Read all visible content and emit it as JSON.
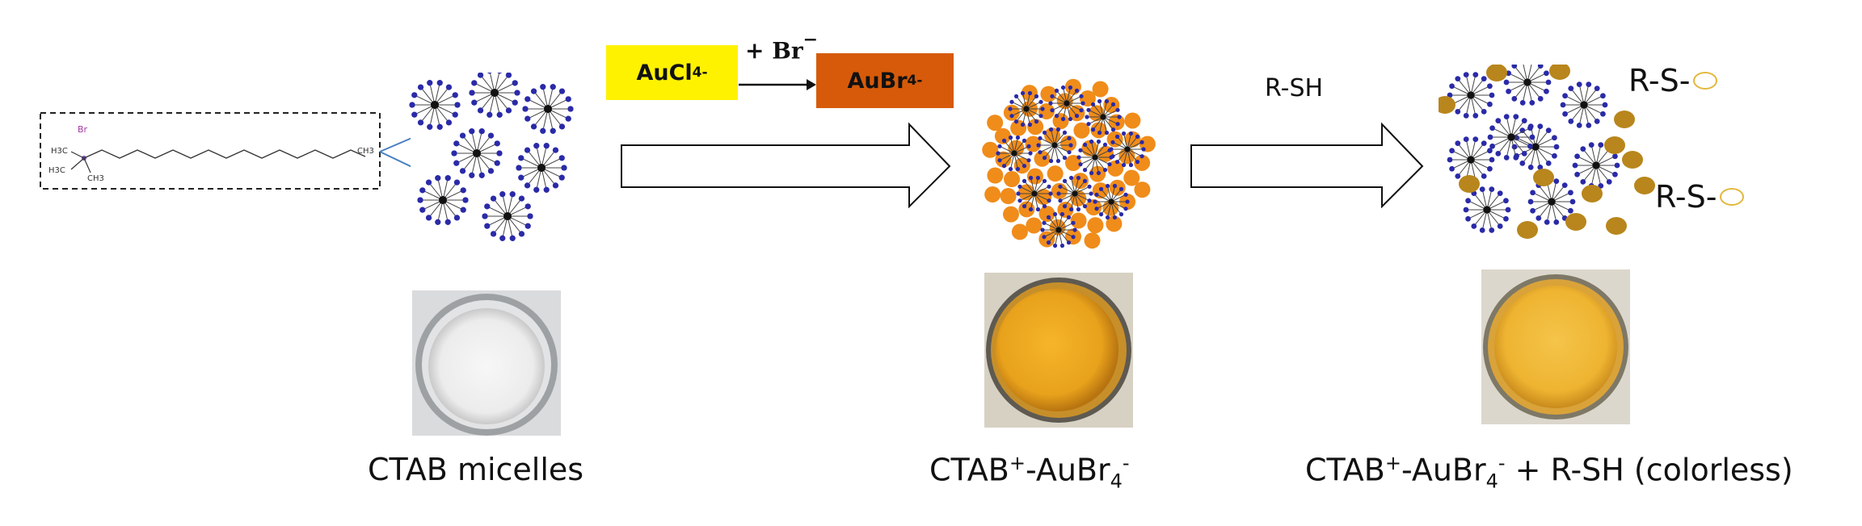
{
  "molecule": {
    "br_label": "Br",
    "h3c_top": "H3C",
    "h3c_mid": "H3C",
    "ch3_n": "CH3",
    "ch3_tail": "CH3"
  },
  "step1": {
    "reactant": "AuCl",
    "reactant_sub": "4",
    "reactant_sup": "-",
    "reagent": "+ Br",
    "reagent_sup": "−",
    "product": "AuBr",
    "product_sub": "4",
    "product_sup": "-"
  },
  "step2": {
    "reagent": "R-SH"
  },
  "product_labels": [
    "R-S-",
    "R-S-"
  ],
  "captions": {
    "left": "CTAB micelles",
    "middle_a": "CTAB",
    "middle_sup1": "+",
    "middle_b": "-AuBr",
    "middle_sub": "4",
    "middle_sup2": "-",
    "right_a": "CTAB",
    "right_sup1": "+",
    "right_b": "-AuBr",
    "right_sub": "4",
    "right_sup2": "-",
    "right_c": " + R-SH (colorless)"
  },
  "colors": {
    "micelle_blue": "#2a2aa8",
    "micelle_core": "#111111",
    "aubr4_orange": "#f08c1a",
    "rs_gold": "#b8861c",
    "aucl4_box": "#fff200",
    "aubr4_box": "#d65a0a",
    "solution_clear": "#f2f3f4",
    "solution_orange": "#e8a21c",
    "solution_yellow": "#efb733"
  }
}
